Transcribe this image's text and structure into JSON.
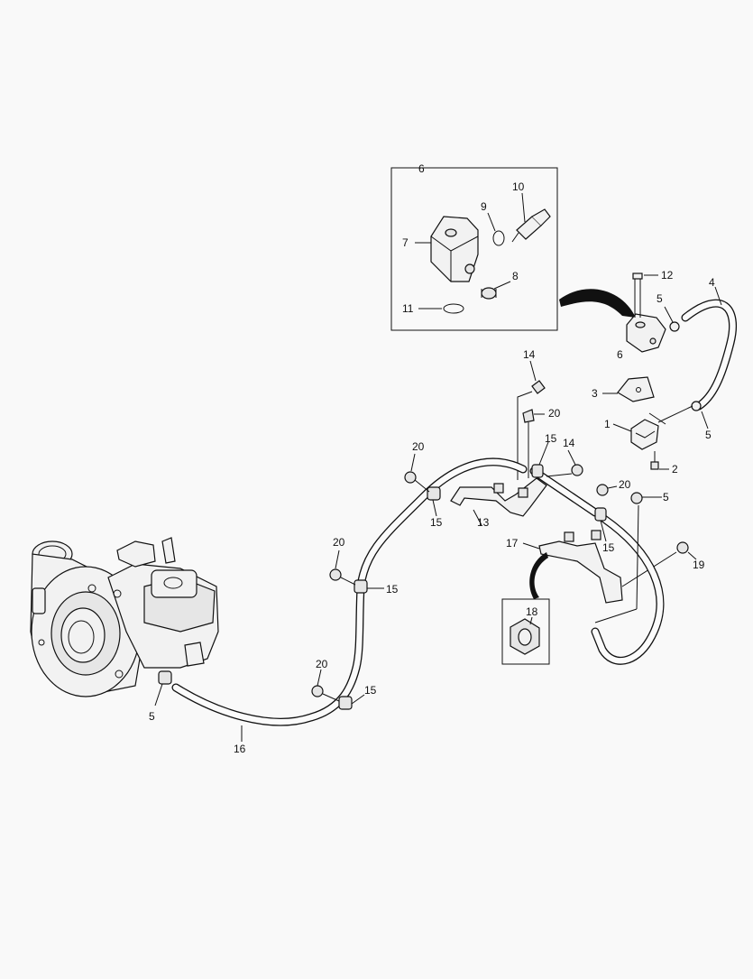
{
  "diagram": {
    "callouts": [
      "1",
      "2",
      "3",
      "4",
      "5",
      "5",
      "5",
      "5",
      "6",
      "6",
      "7",
      "8",
      "9",
      "10",
      "11",
      "12",
      "13",
      "14",
      "14",
      "15",
      "15",
      "15",
      "15",
      "15",
      "16",
      "17",
      "18",
      "19",
      "20",
      "20",
      "20",
      "20",
      "20"
    ]
  }
}
